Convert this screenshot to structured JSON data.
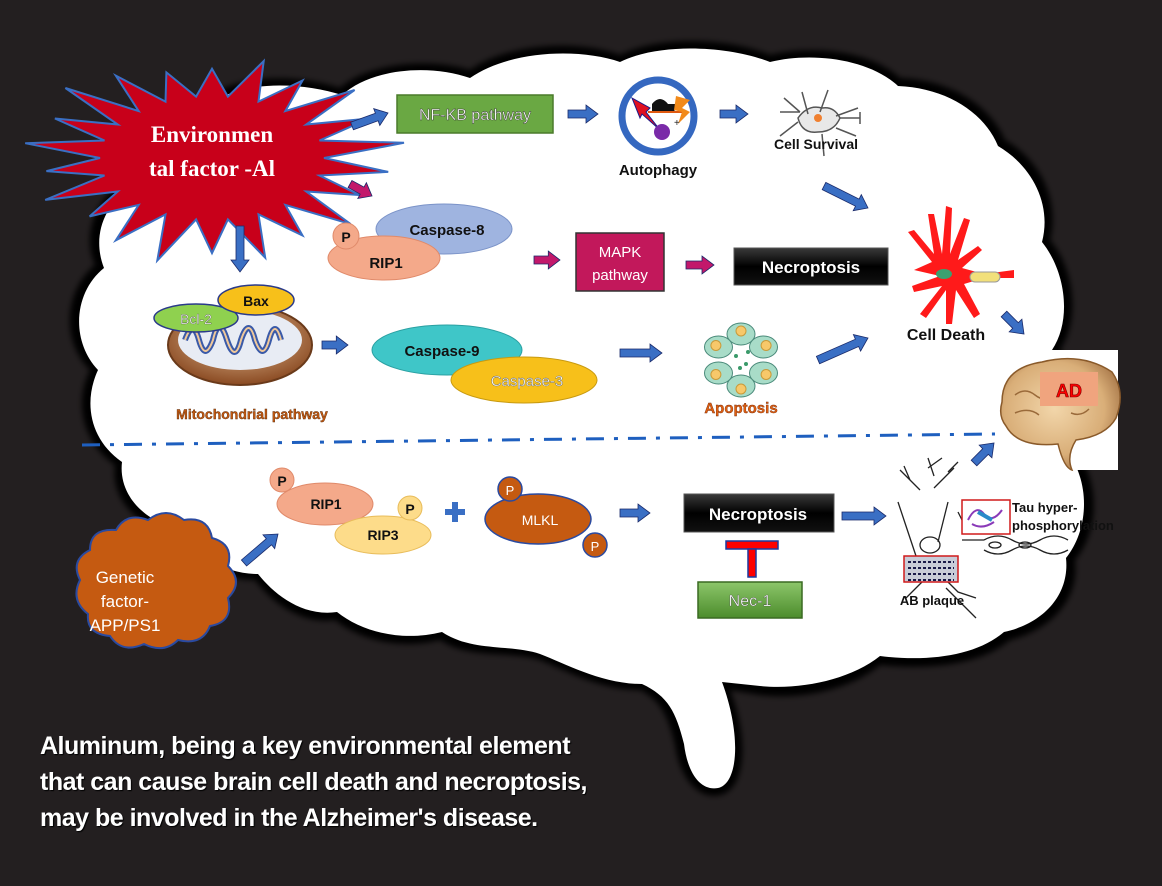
{
  "diagram": {
    "title_shape": {
      "line1": "Environmen",
      "line2": "tal factor -Al"
    },
    "upper_pathway": {
      "nfkb": "NF-KB pathway",
      "autophagy": "Autophagy",
      "cell_survival": "Cell Survival",
      "rip1_p": "P",
      "rip1": "RIP1",
      "caspase8": "Caspase-8",
      "mapk_line1": "MAPK",
      "mapk_line2": "pathway",
      "necroptosis": "Necroptosis",
      "cell_death": "Cell Death",
      "bax": "Bax",
      "bcl2": "Bcl-2",
      "mitochondrial": "Mitochondrial pathway",
      "caspase9": "Caspase-9",
      "caspase3": "Caspase-3",
      "apoptosis": "Apoptosis",
      "ad": "AD"
    },
    "lower_pathway": {
      "genetic_line1": "Genetic",
      "genetic_line2": "factor-",
      "genetic_line3": "APP/PS1",
      "rip1_p": "P",
      "rip1": "RIP1",
      "rip3_p": "P",
      "rip3": "RIP3",
      "plus": "+",
      "mlkl_p_top": "P",
      "mlkl": "MLKL",
      "mlkl_p_bottom": "P",
      "necroptosis": "Necroptosis",
      "nec1": "Nec-1",
      "tau_line1": "Tau hyper-",
      "tau_line2": "phosphorylation",
      "ab_plaque": "AB plaque"
    },
    "caption": {
      "line1": "Aluminum, being a key environmental element",
      "line2": "that can cause brain cell death and necroptosis,",
      "line3": "may be involved in the Alzheimer's disease."
    },
    "colors": {
      "background": "#231f20",
      "brain": "#ffffff",
      "starburst": "#c8001a",
      "arrow_blue": "#3a6fc4",
      "arrow_pink": "#c2186b",
      "nfkb_green": "#6aa843",
      "mapk_magenta": "#c2185b",
      "necroptosis_black": "#000000",
      "caspase8": "#9fb4e0",
      "rip1": "#f4a98a",
      "bax": "#f7c01a",
      "bcl2": "#8fd14f",
      "caspase9": "#3fc6c8",
      "caspase3": "#f7c01a",
      "rip3": "#fddc8a",
      "mlkl": "#c55a11",
      "genetic": "#c55a11",
      "nec1_green": "#5a9e3a",
      "inhibitor_red": "#ff0000",
      "cell_death_red": "#ff1a1a",
      "apoptosis_text": "#e06010",
      "ad_text": "#ff0000"
    }
  }
}
